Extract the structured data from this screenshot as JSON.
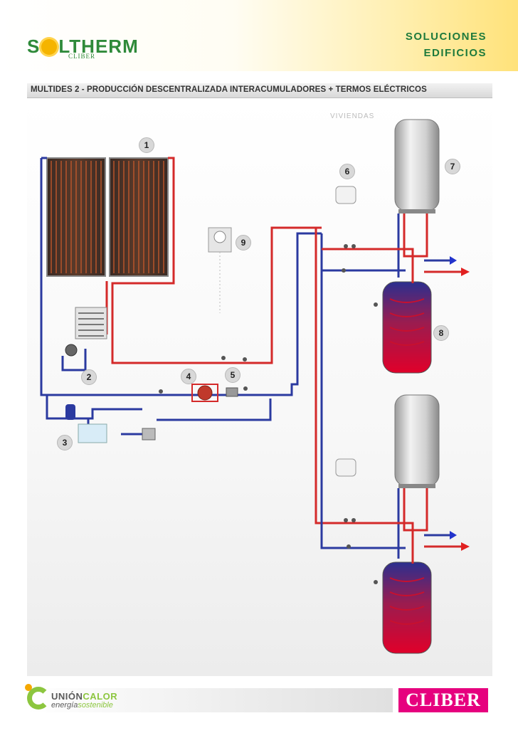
{
  "header": {
    "brand_prefix": "S",
    "brand_suffix": "LTHERM",
    "brand_sub": "CLIBER",
    "section_line1": "SOLUCIONES",
    "section_line2": "EDIFICIOS"
  },
  "title_bar": {
    "text": "MULTIDES 2 - PRODUCCIÓN DESCENTRALIZADA INTERACUMULADORES + TERMOS ELÉCTRICOS"
  },
  "diagram": {
    "zone_label": "VIVIENDAS",
    "badges": [
      "1",
      "2",
      "3",
      "4",
      "5",
      "6",
      "7",
      "8",
      "9"
    ],
    "colors": {
      "hot_pipe": "#d42a2a",
      "cold_pipe": "#2b3aa0",
      "inlet_arrow": "#2233cc",
      "outlet_arrow": "#e12020",
      "tank_shell": "#cfcfcf",
      "tank_coil": "#c8102e"
    }
  },
  "footer": {
    "uc_name_prefix": "UNIÓN",
    "uc_name_suffix": "CALOR",
    "uc_tag_prefix": "energía",
    "uc_tag_suffix": "sostenible",
    "cliber_logo": "CLIBER"
  }
}
